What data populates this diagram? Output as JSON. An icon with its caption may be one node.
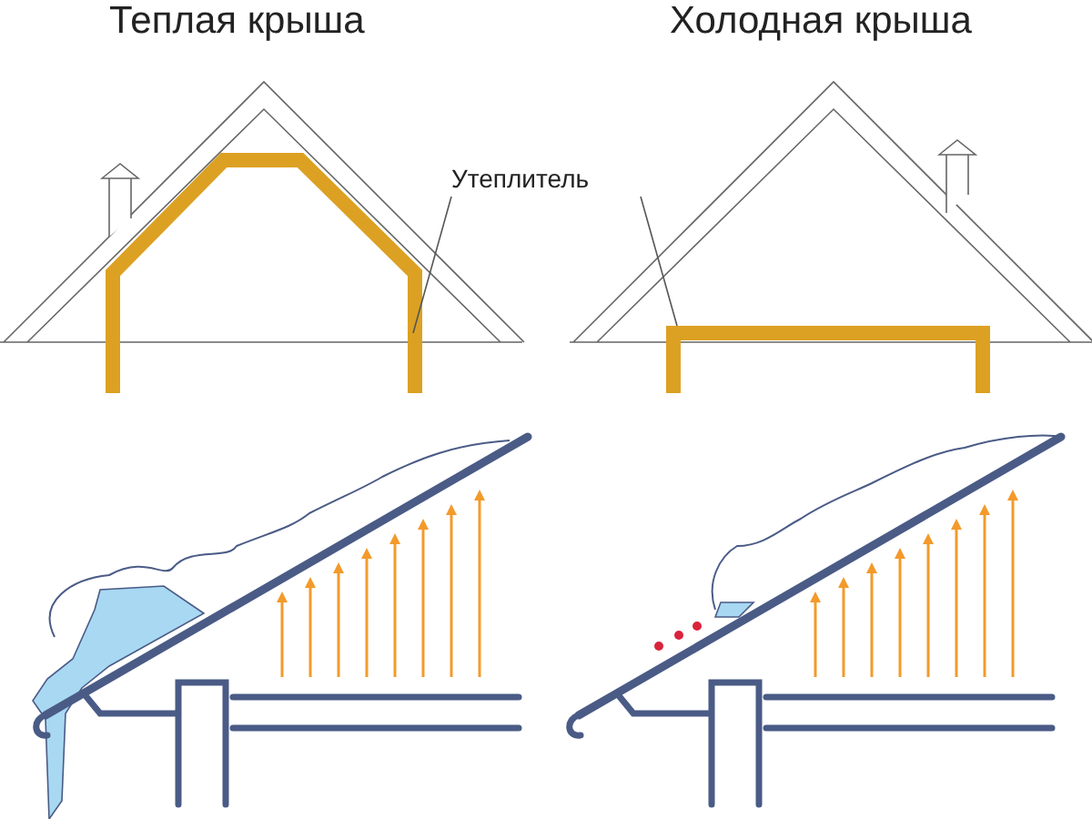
{
  "diagram": {
    "nodes": [
      {
        "text": [
          "Утеплитель"
        ]
      },
      {
        "text": [],
        "shape": "bar"
      },
      {
        "text": [],
        "shape": "bar"
      }
    ],
    "edges": [
      {
        "from": 0,
        "to": 1,
        "arrow": "none"
      },
      {
        "from": 0,
        "to": 2,
        "arrow": "none"
      }
    ],
    "labels": [
      "Теплая крыша",
      "Холодная крыша"
    ]
  }
}
